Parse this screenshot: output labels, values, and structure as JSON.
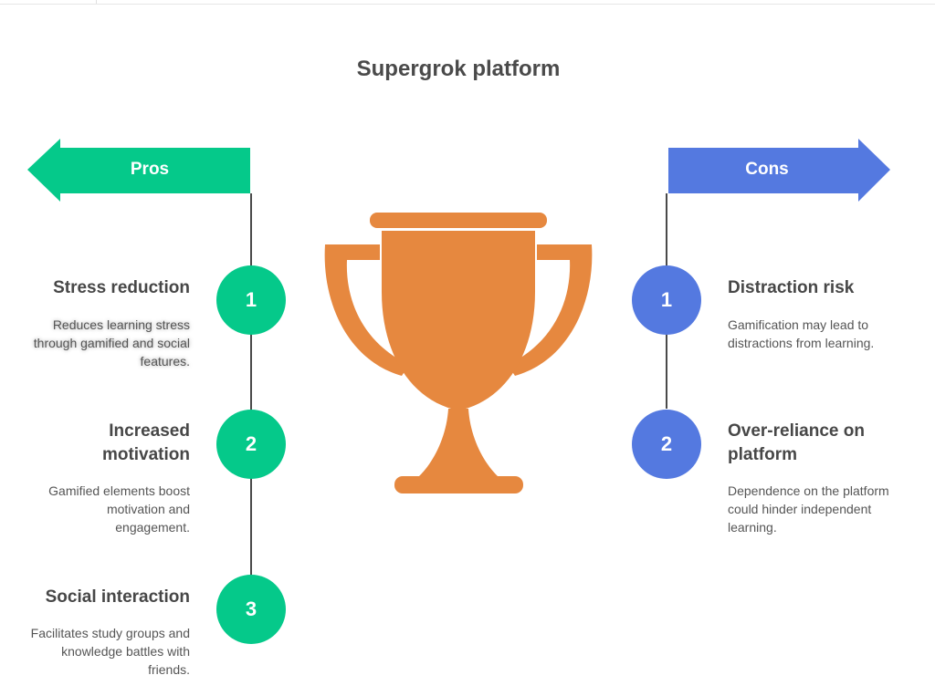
{
  "title": "Supergrok platform",
  "colors": {
    "pros": "#05c98a",
    "cons": "#5479e0",
    "trophy": "#e6883f",
    "connector": "#4a4a4a",
    "text_dark": "#474747",
    "text_body": "#555555"
  },
  "icons": {
    "center": "trophy-icon"
  },
  "pros": {
    "label": "Pros",
    "items": [
      {
        "num": "1",
        "title": "Stress reduction",
        "desc": "Reduces learning stress through gamified and social features."
      },
      {
        "num": "2",
        "title": "Increased motivation",
        "desc": "Gamified elements boost motivation and engagement."
      },
      {
        "num": "3",
        "title": "Social interaction",
        "desc": "Facilitates study groups and knowledge battles with friends."
      }
    ]
  },
  "cons": {
    "label": "Cons",
    "items": [
      {
        "num": "1",
        "title": "Distraction risk",
        "desc": "Gamification may lead to distractions from learning."
      },
      {
        "num": "2",
        "title": "Over-reliance on platform",
        "desc": "Dependence on the platform could hinder independent learning."
      }
    ]
  }
}
